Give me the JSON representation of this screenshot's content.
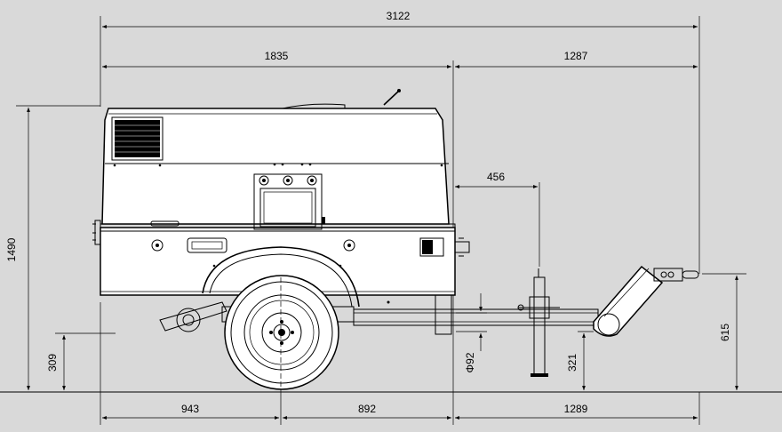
{
  "dimensions": {
    "overall_length": "3122",
    "body_length": "1835",
    "drawbar_length": "1287",
    "jack_offset": "456",
    "overall_height": "1490",
    "axle_height": "309",
    "drawbar_diameter": "Φ92",
    "drawbar_height": "321",
    "hitch_height": "615",
    "rear_to_axle": "943",
    "axle_to_front": "892",
    "front_to_hitch": "1289"
  },
  "colors": {
    "background": "#d9d9d9",
    "line": "#000000",
    "body_fill": "#ffffff"
  }
}
